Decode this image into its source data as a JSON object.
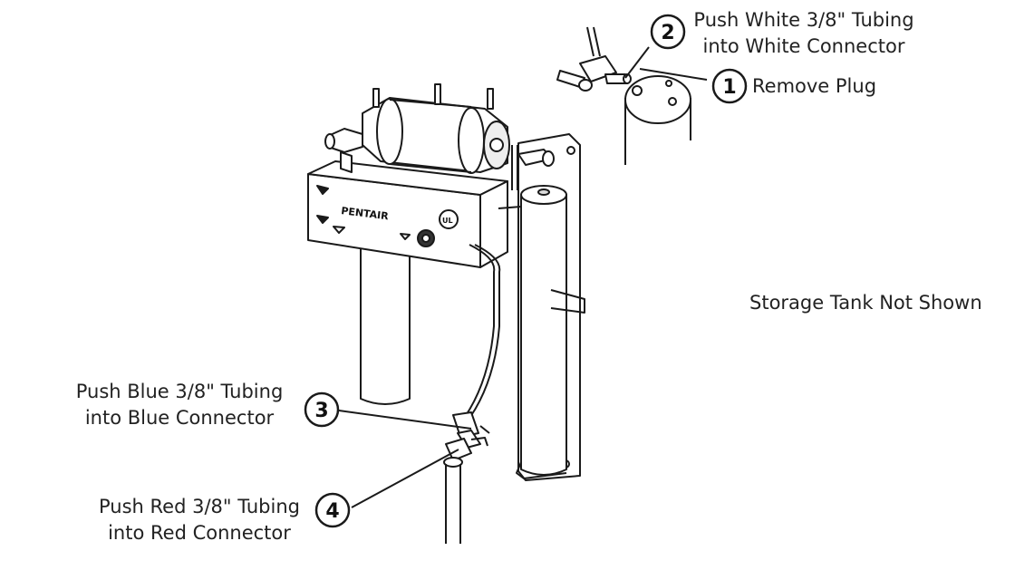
{
  "steps": [
    {
      "number": "1",
      "line1": "Remove Plug"
    },
    {
      "number": "2",
      "line1": "Push White 3/8\" Tubing",
      "line2": "into White Connector"
    },
    {
      "number": "3",
      "line1": "Push Blue 3/8\" Tubing",
      "line2": "into Blue Connector"
    },
    {
      "number": "4",
      "line1": "Push Red 3/8\" Tubing",
      "line2": "into Red Connector"
    }
  ],
  "note": "Storage Tank Not Shown",
  "unit_labels": {
    "brand": "PENTAIR",
    "certification": "UL"
  },
  "colors": {
    "line": "#1a1a1a",
    "fill": "#ffffff",
    "shade": "#d8d8d8"
  }
}
